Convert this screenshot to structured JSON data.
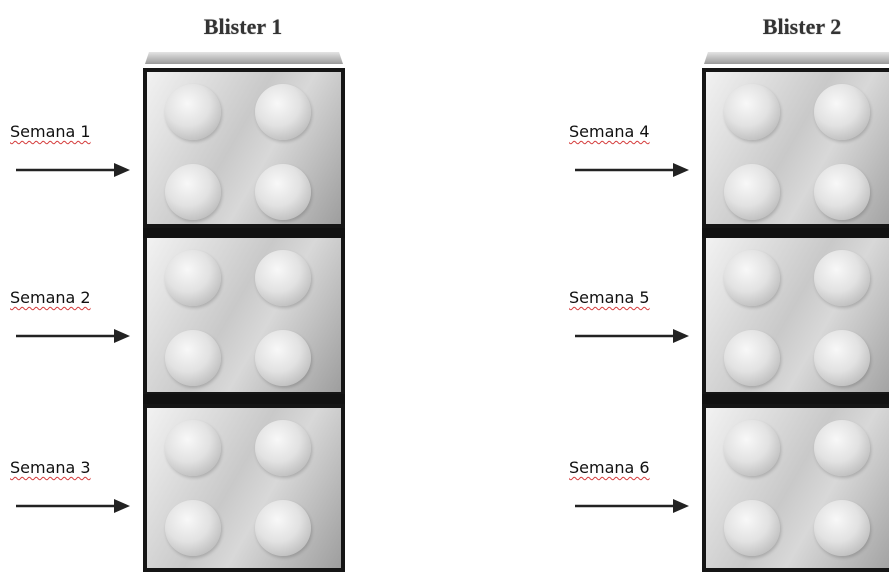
{
  "blisters": [
    {
      "title": "Blister 1",
      "weeks": [
        "Semana 1",
        "Semana 2",
        "Semana 3"
      ]
    },
    {
      "title": "Blister 2",
      "weeks": [
        "Semana 4",
        "Semana 5",
        "Semana 6"
      ]
    }
  ],
  "colors": {
    "frame": "#151515",
    "pill": "#e2e2e2",
    "spellcheck_underline": "#d43a3a"
  },
  "pills_per_week": 4
}
